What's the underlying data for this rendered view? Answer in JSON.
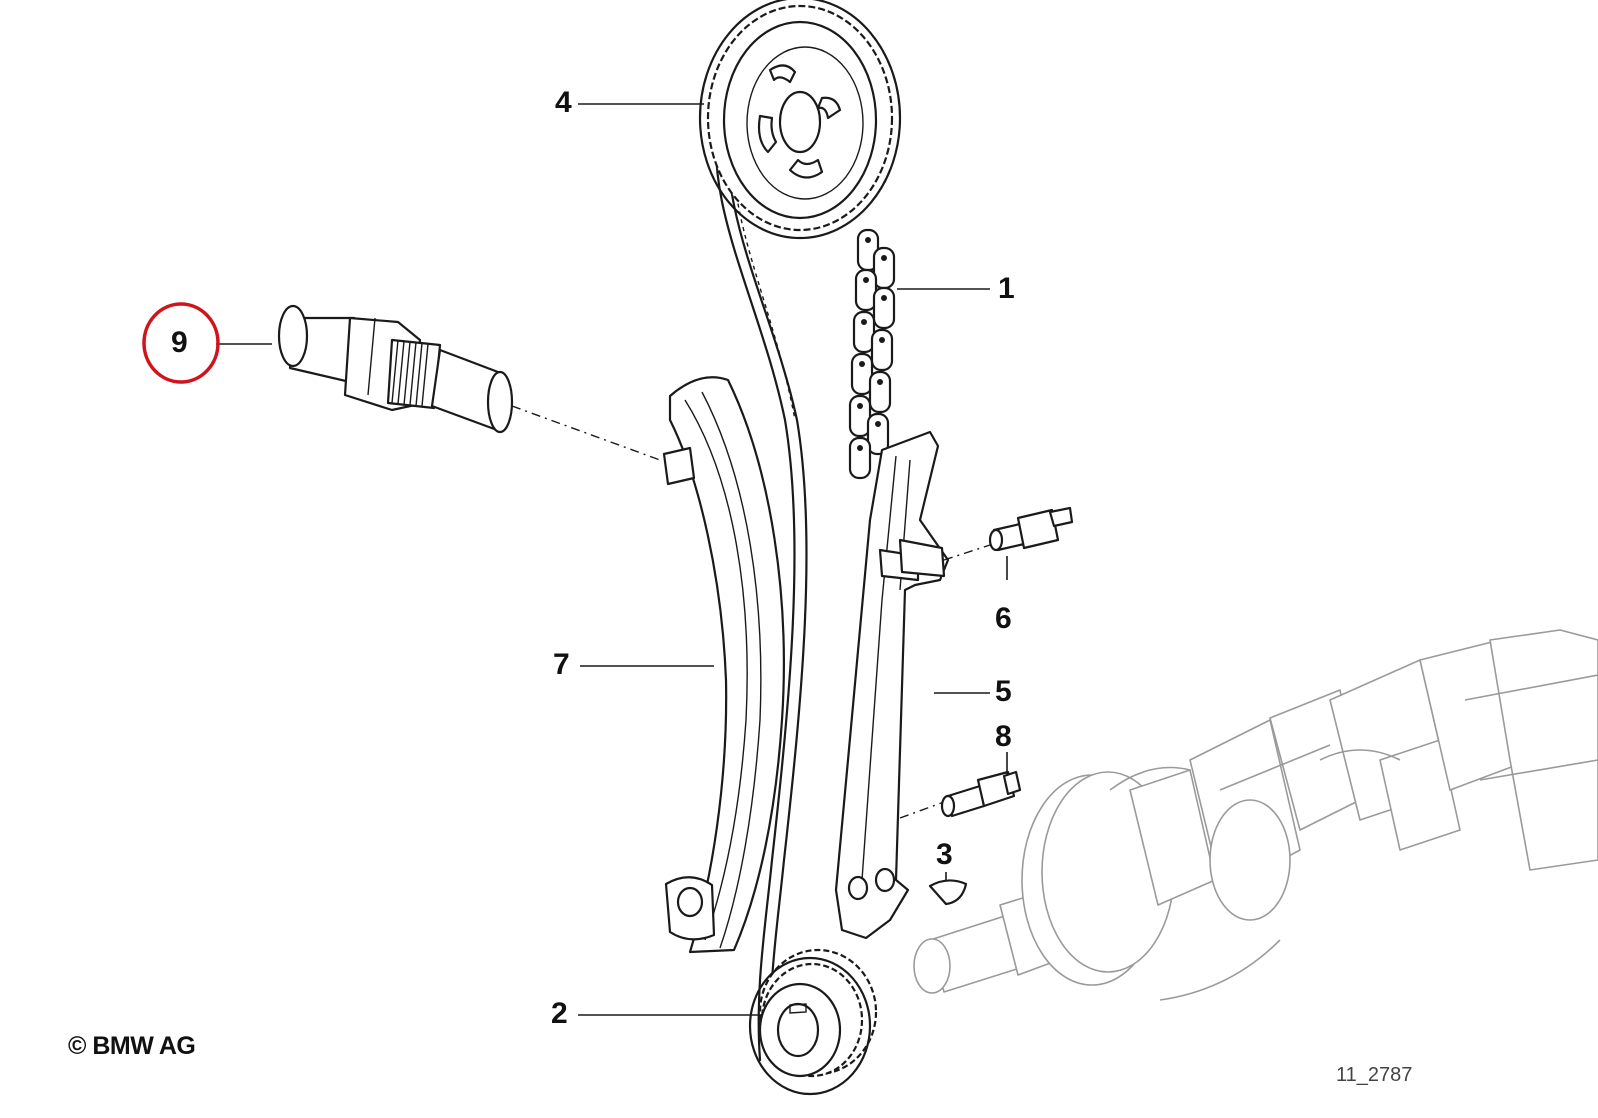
{
  "diagram": {
    "copyright": "© BMW AG",
    "figure_code": "11_2787",
    "highlight_color": "#d0141c",
    "line_color": "#1a1a1a",
    "callouts": [
      {
        "id": "1",
        "label": "1",
        "part": "timing-chain"
      },
      {
        "id": "2",
        "label": "2",
        "part": "crankshaft-sprocket"
      },
      {
        "id": "3",
        "label": "3",
        "part": "woodruff-key"
      },
      {
        "id": "4",
        "label": "4",
        "part": "camshaft-sprocket"
      },
      {
        "id": "5",
        "label": "5",
        "part": "guide-rail"
      },
      {
        "id": "6",
        "label": "6",
        "part": "guide-pin-upper"
      },
      {
        "id": "7",
        "label": "7",
        "part": "tensioner-rail"
      },
      {
        "id": "8",
        "label": "8",
        "part": "guide-pin-lower"
      },
      {
        "id": "9",
        "label": "9",
        "part": "chain-tensioner",
        "highlighted": true
      }
    ]
  }
}
